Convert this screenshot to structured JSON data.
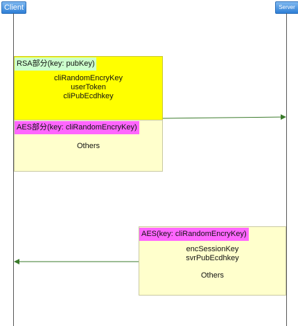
{
  "actors": {
    "client": "Client",
    "server": "Server"
  },
  "request": {
    "rsa_label": "RSA部分(key: pubKey)",
    "rsa_fields": [
      "cliRandomEncryKey",
      "userToken",
      "cliPubEcdhkey"
    ],
    "aes_label": "AES部分(key: cliRandomEncryKey)",
    "aes_fields": [
      "Others"
    ]
  },
  "response": {
    "aes_label": "AES(key: cliRandomEncryKey)",
    "fields": [
      "encSessionKey",
      "svrPubEcdhkey"
    ],
    "others": "Others"
  },
  "colors": {
    "rsa_fill": "#ffff00",
    "aes_fill": "#ffffcc",
    "rsa_tag": "#ccffcc",
    "aes_tag": "#ff66ff",
    "arrow": "#3a7a2a",
    "actor": "#2f7fd6"
  }
}
